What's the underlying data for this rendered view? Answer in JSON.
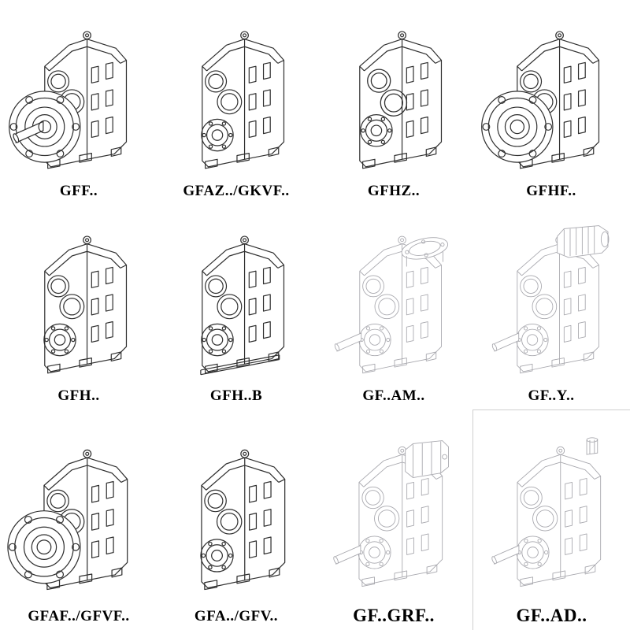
{
  "page": {
    "colors": {
      "background": "#ffffff",
      "line": "#2f2f2f",
      "ghost_line": "#a8a8ae",
      "label_text": "#000000"
    }
  },
  "grid": {
    "items": [
      {
        "label": "GFF..",
        "variant": "flange-with-shaft",
        "style": "solid"
      },
      {
        "label": "GFAZ../GKVF..",
        "variant": "output-bearing",
        "style": "solid"
      },
      {
        "label": "GFHZ..",
        "variant": "hollow-bores",
        "style": "solid"
      },
      {
        "label": "GFHF..",
        "variant": "flange-hollow",
        "style": "solid"
      },
      {
        "label": "GFH..",
        "variant": "output-bearing",
        "style": "solid"
      },
      {
        "label": "GFH..B",
        "variant": "output-bearing-base",
        "style": "solid"
      },
      {
        "label": "GF..AM..",
        "variant": "input-flange",
        "style": "ghost"
      },
      {
        "label": "GF..Y..",
        "variant": "motor-mounted",
        "style": "ghost"
      },
      {
        "label": "GFAF../GFVF..",
        "variant": "flange-hollow",
        "style": "solid"
      },
      {
        "label": "GFA../GFV..",
        "variant": "output-bearing",
        "style": "solid"
      },
      {
        "label": "GF..GRF..",
        "variant": "adapter-mounted",
        "style": "ghost"
      },
      {
        "label": "GF..AD..",
        "variant": "input-shaft",
        "style": "ghost"
      }
    ]
  }
}
